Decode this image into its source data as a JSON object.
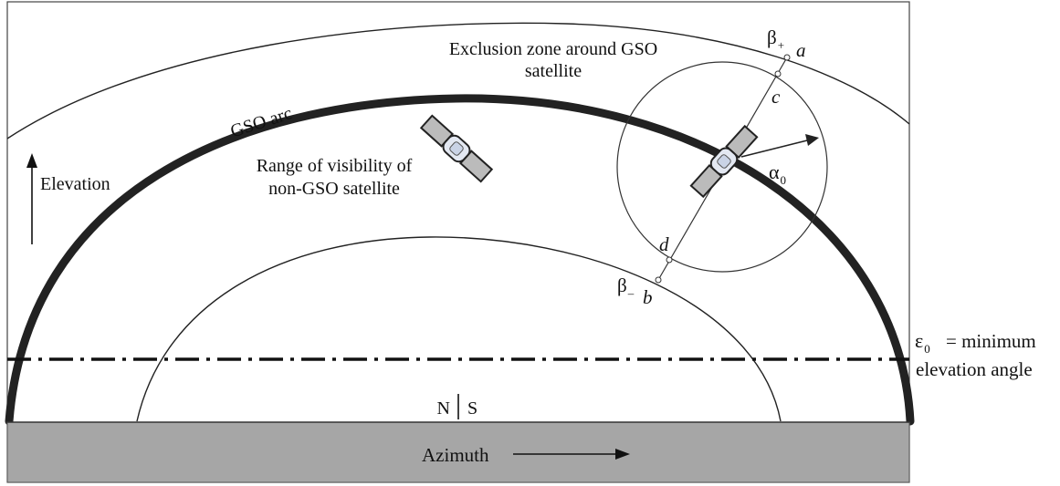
{
  "labels": {
    "exclusion_zone_line1": "Exclusion zone around GSO",
    "exclusion_zone_line2": "satellite",
    "gso_arc": "GSO arc",
    "visibility_line1": "Range of visibility of",
    "visibility_line2": "non-GSO satellite",
    "elevation": "Elevation",
    "azimuth": "Azimuth",
    "north": "N",
    "south": "S",
    "beta_plus": "β",
    "beta_plus_sub": "+",
    "beta_minus": "β",
    "beta_minus_sub": "–",
    "alpha": "α",
    "alpha_sub": "0",
    "epsilon": "ε",
    "epsilon_sub": "0",
    "min_elev_line1": "= minimum",
    "min_elev_line2": "elevation angle",
    "point_a": "a",
    "point_b": "b",
    "point_c": "c",
    "point_d": "d"
  },
  "colors": {
    "ground": "#a6a6a6",
    "arc": "#222222",
    "line": "#333333"
  }
}
